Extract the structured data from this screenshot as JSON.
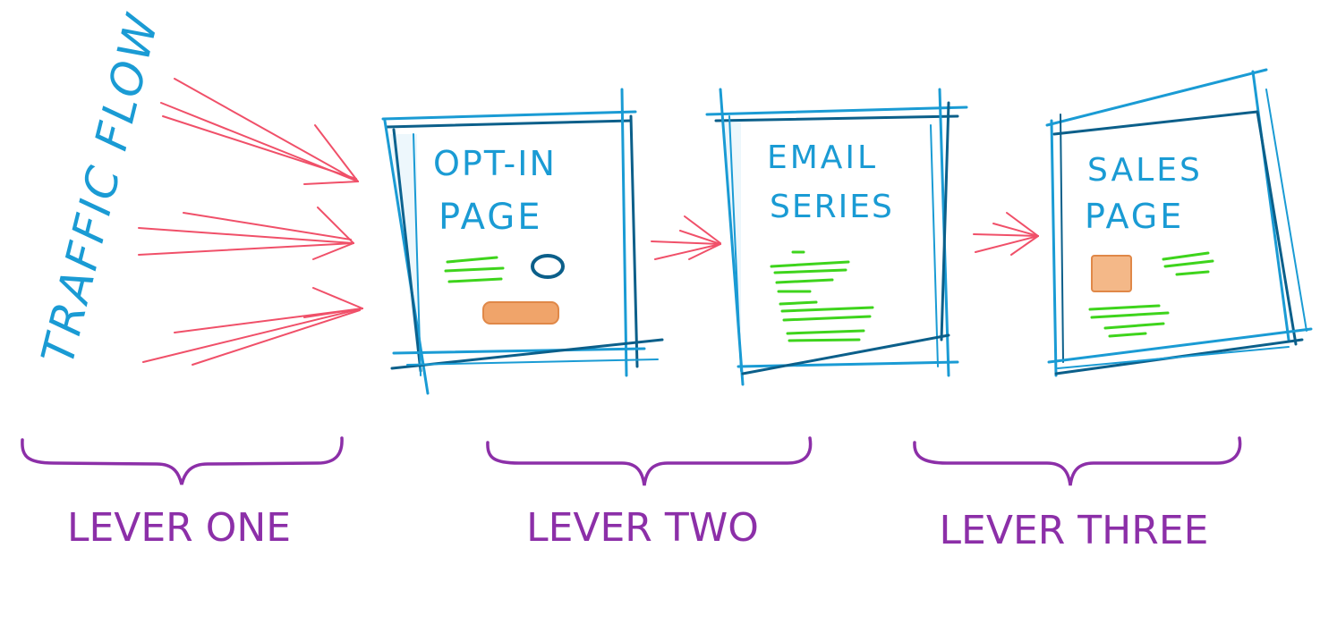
{
  "traffic_label": "TRAFFIC FLOW",
  "pages": [
    {
      "line1": "OPT-IN",
      "line2": "PAGE"
    },
    {
      "line1": "EMAIL",
      "line2": "SERIES"
    },
    {
      "line1": "SALES",
      "line2": "PAGE"
    }
  ],
  "levers": [
    {
      "label": "LEVER ONE"
    },
    {
      "label": "LEVER TWO"
    },
    {
      "label": "LEVER THREE"
    }
  ],
  "colors": {
    "blue": "#1a9bd4",
    "dark_blue": "#0b5f8a",
    "red": "#f05069",
    "green": "#3ed41c",
    "orange": "#f0a46a",
    "purple": "#8c2fa8"
  }
}
